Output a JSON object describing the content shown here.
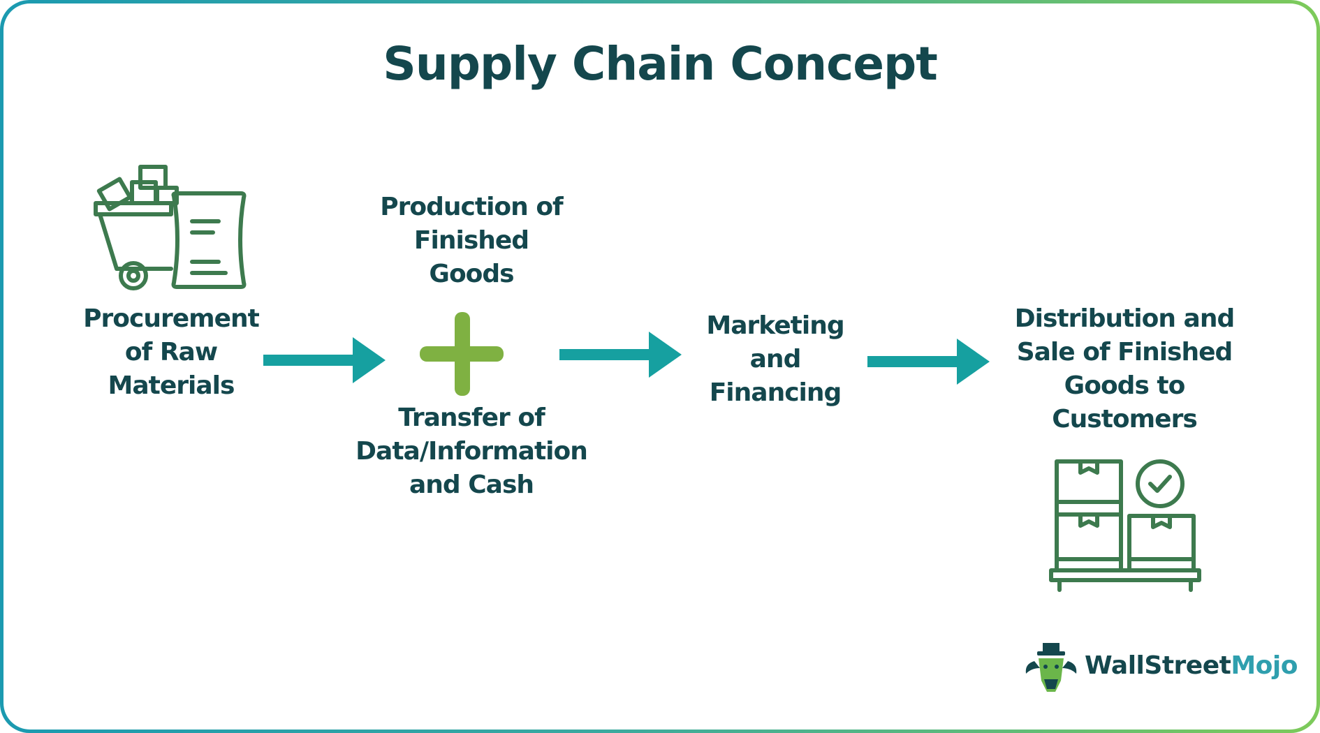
{
  "title": "Supply Chain Concept",
  "steps": {
    "procurement": {
      "lines": [
        "Procurement",
        "of Raw",
        "Materials"
      ],
      "icon": "cart-icon"
    },
    "production": {
      "lines": [
        "Production of",
        "Finished",
        "Goods"
      ]
    },
    "transfer": {
      "lines": [
        "Transfer of",
        "Data/Information",
        "and Cash"
      ]
    },
    "marketing": {
      "lines": [
        "Marketing",
        "and",
        "Financing"
      ]
    },
    "distribution": {
      "lines": [
        "Distribution and",
        "Sale of Finished",
        "Goods to",
        "Customers"
      ],
      "icon": "boxes-pallet-icon"
    }
  },
  "connectors": {
    "arrow_icon": "right-arrow-icon",
    "plus_icon": "plus-icon"
  },
  "brand": {
    "name_part1": "WallStreet",
    "name_part2": "Mojo",
    "logo_icon": "bull-logo-icon"
  },
  "colors": {
    "text": "#14474d",
    "arrow": "#16a0a0",
    "plus": "#7fb142",
    "icon_stroke": "#3d7a4e",
    "border_start": "#1b9ab0",
    "border_end": "#7dca5a",
    "brand_accent": "#2f9fae"
  }
}
